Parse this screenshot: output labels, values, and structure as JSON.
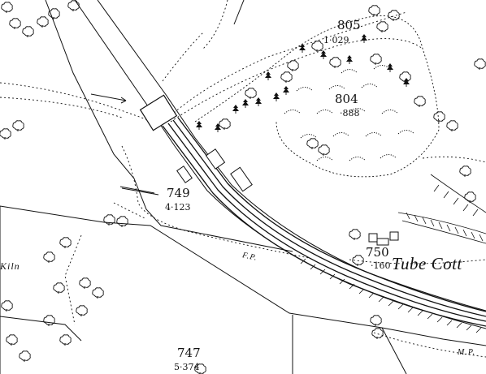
{
  "map": {
    "parcels": [
      {
        "id": "805",
        "number": "805",
        "area": "1·029"
      },
      {
        "id": "804",
        "number": "804",
        "area": "·888"
      },
      {
        "id": "749",
        "number": "749",
        "area": "4·123"
      },
      {
        "id": "750",
        "number": "750",
        "area": "·160"
      },
      {
        "id": "747",
        "number": "747",
        "area": "5·374"
      }
    ],
    "place_labels": {
      "tube_cottage": "Tube Cott",
      "kiln": "Kiln"
    },
    "path_labels": {
      "fp": "F.P.",
      "mp": "M.P."
    },
    "colors": {
      "ink": "#111111",
      "paper": "#ffffff"
    }
  }
}
